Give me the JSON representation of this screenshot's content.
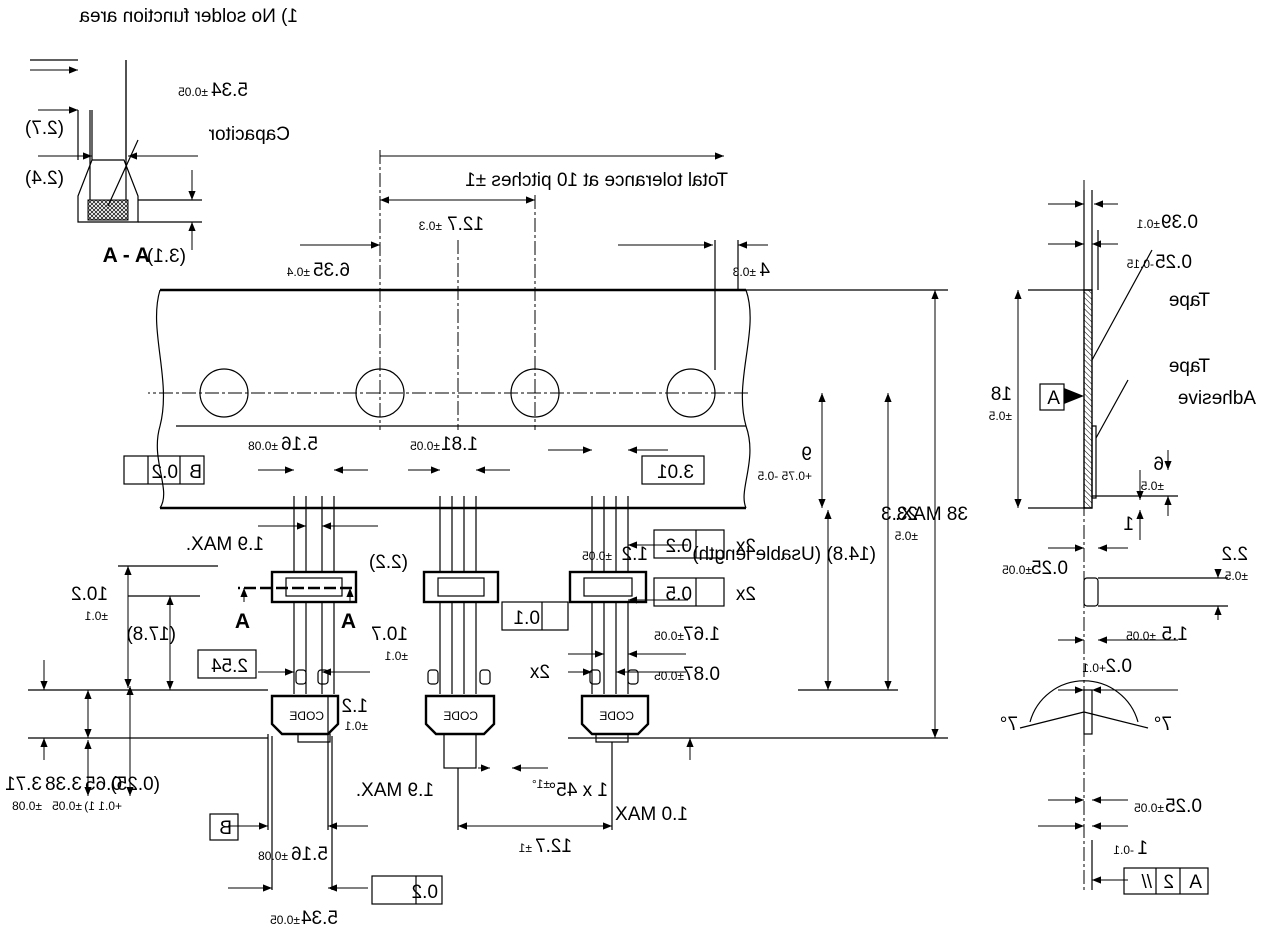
{
  "note": {
    "no_solder": "1) No solder function area"
  },
  "section": {
    "label": "A - A",
    "capacitor": "Capacitor",
    "dim_width": "5.34",
    "dim_width_tol": "±0.05",
    "dim_27": "(2.7)",
    "dim_24": "(2.4)",
    "dim_31": "(3.1)"
  },
  "tape_top": {
    "total_tol": "Total tolerance at 10 pitches ±1",
    "pitch": "12.7",
    "pitch_tol": "±0.3",
    "offset": "6.35",
    "offset_tol": "±0.4",
    "hole": "4",
    "hole_tol": "±0.3"
  },
  "body": {
    "pin_span": "5.16",
    "pin_span_tol": "±0.08",
    "lead_w": "1.81",
    "lead_w_tol": "±0.05",
    "box_301": "3.01",
    "flat_02": "0.2",
    "datum_b": "B",
    "max_19": "1.9 MAX.",
    "dim_22": "(2.2)",
    "lead_12": "1.2",
    "lead_12_tol": "±0.05",
    "pos_02": "0.2",
    "pos_05": "0.5",
    "x2": "2x",
    "flat_01": "0.1",
    "dim_167": "1.67",
    "dim_167_tol": "±0.05",
    "dim_087": "0.87",
    "dim_087_tol": "±0.05",
    "dim_254": "2.54",
    "dim_178": "(17.8)",
    "dim_107": "10.7",
    "dim_107_tol": "±0.1",
    "dim_a": "A",
    "code": "CODE",
    "dim_102": "10.2",
    "dim_102_tol": "±0.1",
    "dim_12": "1.2",
    "dim_12_tol": "±0.1",
    "dim_371": "3.71",
    "dim_371_tol": "±0.08",
    "dim_338": "3.38",
    "dim_338_tol": "±0.05",
    "dim_065": "0.65",
    "dim_065_tol": "+0.1 1)",
    "dim_025": "(0.25)",
    "chamfer": "1 x 45°",
    "chamfer_tol": "±1°",
    "pitch_bot": "12.7",
    "pitch_bot_tol": "±1",
    "max_10": "1.0 MAX",
    "bottom_516": "5.16",
    "bottom_516_tol": "±0.08",
    "bottom_534": "5.34",
    "bottom_534_tol": "±0.05",
    "flat_bot": "0.2"
  },
  "vertical": {
    "dim_9": "9",
    "dim_9_tol": "+0.75 -0.5",
    "usable": "(14.8) (Usable length)",
    "dim_233": "23.3",
    "dim_233_tol": "±0.5",
    "max_38": "38 MAX."
  },
  "side": {
    "dim_039": "0.39",
    "dim_039_tol": "±0.1",
    "dim_025": "0.25",
    "dim_025_tol": "-0.15",
    "tape": "Tape",
    "adhesive": "Adhesive",
    "adhesive2": "Tape",
    "datum_a": "A",
    "dim_18": "18",
    "dim_18_tol": "±0.5",
    "dim_6": "6",
    "dim_6_tol": "±0.5",
    "dim_1": "1",
    "dim_025b": "0.25",
    "dim_025b_tol": "±0.05",
    "dim_22": "2.2",
    "dim_22_tol": "±0.5",
    "dim_15": "1.5",
    "dim_15_tol": "±0.05",
    "dim_02": "0.2",
    "dim_02_tol": "+0.1",
    "ang": "7°",
    "dim_025c": "0.25",
    "dim_025c_tol": "±0.05",
    "dim_1b": "1",
    "dim_1b_tol": "-0.1",
    "frame_par": "//",
    "frame_2": "2",
    "frame_a": "A"
  }
}
